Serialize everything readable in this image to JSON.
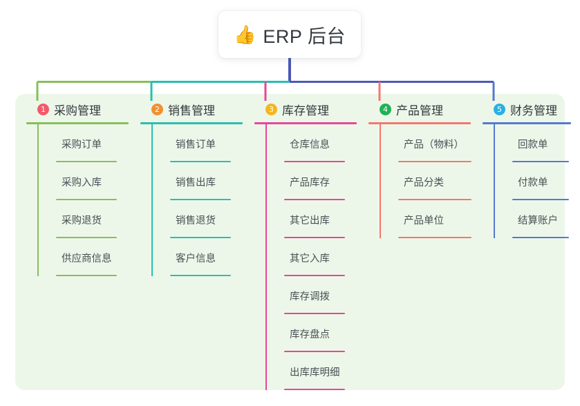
{
  "root": {
    "icon": "thumbs-up-icon",
    "icon_glyph": "👍",
    "title": "ERP 后台",
    "stem_color": "#4a58b5"
  },
  "panel": {
    "background": "#edf7e9"
  },
  "columns": [
    {
      "index": "1",
      "badge_number": "1",
      "badge_color": "#f25a6b",
      "line_color": "#86bf5a",
      "title": "采购管理",
      "width": 148,
      "leaf_width": 88,
      "items": [
        {
          "label": "采购订单"
        },
        {
          "label": "采购入库"
        },
        {
          "label": "采购退货"
        },
        {
          "label": "供应商信息"
        }
      ]
    },
    {
      "index": "2",
      "badge_number": "2",
      "badge_color": "#f0912f",
      "line_color": "#27bfb0",
      "title": "销售管理",
      "width": 148,
      "leaf_width": 88,
      "items": [
        {
          "label": "销售订单"
        },
        {
          "label": "销售出库"
        },
        {
          "label": "销售退货"
        },
        {
          "label": "客户信息"
        }
      ]
    },
    {
      "index": "3",
      "badge_number": "3",
      "badge_color": "#f5b51f",
      "line_color": "#e8459a",
      "title": "库存管理",
      "width": 148,
      "leaf_width": 88,
      "items": [
        {
          "label": "仓库信息"
        },
        {
          "label": "产品库存"
        },
        {
          "label": "其它出库"
        },
        {
          "label": "其它入库"
        },
        {
          "label": "库存调拨"
        },
        {
          "label": "库存盘点"
        },
        {
          "label": "出库库明细"
        }
      ]
    },
    {
      "index": "4",
      "badge_number": "4",
      "badge_color": "#1fb255",
      "line_color": "#f5766f",
      "title": "产品管理",
      "width": 148,
      "leaf_width": 106,
      "items": [
        {
          "label": "产品（物料）"
        },
        {
          "label": "产品分类"
        },
        {
          "label": "产品单位"
        }
      ]
    },
    {
      "index": "5",
      "badge_number": "5",
      "badge_color": "#29b0e6",
      "line_color": "#5578d0",
      "title": "财务管理",
      "width": 128,
      "leaf_width": 82,
      "items": [
        {
          "label": "回款单"
        },
        {
          "label": "付款单"
        },
        {
          "label": "结算账户"
        }
      ]
    }
  ]
}
